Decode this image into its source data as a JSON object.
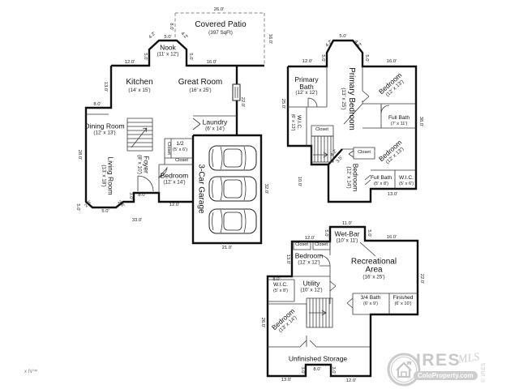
{
  "colors": {
    "walls": "#111111",
    "watermark": "#c9c9c9"
  },
  "floors": {
    "main": {
      "rooms": [
        {
          "id": "covered-patio",
          "name": "Covered Patio",
          "size": "(397 SqFt)"
        },
        {
          "id": "nook",
          "name": "Nook",
          "size": "(11' x 12')"
        },
        {
          "id": "kitchen",
          "name": "Kitchen",
          "size": "(14' x 15')"
        },
        {
          "id": "great-room",
          "name": "Great Room",
          "size": "(16' x 25')"
        },
        {
          "id": "dining-room",
          "name": "Dining Room",
          "size": "(12' x 13')"
        },
        {
          "id": "living-room",
          "name": "Living Room",
          "size": "(13' x 18')"
        },
        {
          "id": "foyer",
          "name": "Foyer",
          "size": "(8' x 10')"
        },
        {
          "id": "bedroom",
          "name": "Bedroom",
          "size": "(12' x 14')"
        },
        {
          "id": "laundry",
          "name": "Laundry",
          "size": "(6' x 14')"
        },
        {
          "id": "half-bath",
          "name": "1/2",
          "size": "(5' x 6')"
        },
        {
          "id": "closet-side",
          "name": "Closet",
          "size": ""
        },
        {
          "id": "closet-under",
          "name": "Closet",
          "size": ""
        },
        {
          "id": "garage",
          "name": "3-Car Garage",
          "size": ""
        }
      ],
      "dims": [
        "26.0'",
        "16.0'",
        "8.0'",
        "4.2'",
        "5.0'",
        "4.2'",
        "5.0'",
        "5.0'",
        "12.0'",
        "16.0'",
        "13.0'",
        "8.0'",
        "28.0'",
        "22.0'",
        "5.0'",
        "2.6'",
        "5.0'",
        "2.6'",
        "3.0'",
        "8.0'",
        "12.0'",
        "33.0'",
        "32.0'",
        "21.0'"
      ]
    },
    "upper": {
      "rooms": [
        {
          "id": "primary-bath",
          "name": "Primary Bath",
          "size": "(12' x 12')"
        },
        {
          "id": "primary-bedroom",
          "name": "Primary Bedroom",
          "size": "(13' x 25')"
        },
        {
          "id": "bedroom-ne",
          "name": "Bedroom",
          "size": "(12' x 13')"
        },
        {
          "id": "full-bath",
          "name": "Full Bath",
          "size": "(7' x 11')"
        },
        {
          "id": "wic-nw",
          "name": "W.I.C.",
          "size": "(6' x 13')"
        },
        {
          "id": "closet-hall",
          "name": "Closet",
          "size": ""
        },
        {
          "id": "closet-bedroom",
          "name": "Closet",
          "size": ""
        },
        {
          "id": "bedroom-sw",
          "name": "Bedroom",
          "size": "(12' x 14')"
        },
        {
          "id": "bedroom-se",
          "name": "Bedroom",
          "size": "(12' x 13')"
        },
        {
          "id": "full-bath-se",
          "name": "Full Bath",
          "size": "(5' x 8')"
        },
        {
          "id": "wic-se",
          "name": "W.I.C.",
          "size": "(5' x 6')"
        }
      ],
      "dims": [
        "5.0'",
        "4.2'",
        "4.2'",
        "5.0'",
        "5.0'",
        "12.0'",
        "16.0'",
        "25.0'",
        "38.0'",
        "10.0'",
        "4.2'",
        "3.5'",
        "13.0'"
      ]
    },
    "basement": {
      "rooms": [
        {
          "id": "wet-bar",
          "name": "Wet-Bar",
          "size": "(10' x 11')"
        },
        {
          "id": "bedroom-n",
          "name": "Bedroom",
          "size": "(12' x 12')"
        },
        {
          "id": "closet-n1",
          "name": "Closet",
          "size": ""
        },
        {
          "id": "closet-n2",
          "name": "Closet",
          "size": ""
        },
        {
          "id": "rec-area",
          "name": "Recreational Area",
          "size": "(16' x 25')"
        },
        {
          "id": "utility",
          "name": "Utility",
          "size": "(10' x 12')"
        },
        {
          "id": "wic",
          "name": "W.I.C.",
          "size": "(5' x 8')"
        },
        {
          "id": "bedroom-sw",
          "name": "Bedroom",
          "size": "(13' x 14')"
        },
        {
          "id": "bath-34",
          "name": "3/4 Bath",
          "size": "(6' x 9')"
        },
        {
          "id": "finished",
          "name": "Finished",
          "size": "(6' x 10')"
        },
        {
          "id": "unfinished-storage",
          "name": "Unfinished Storage",
          "size": ""
        }
      ],
      "dims": [
        "11.0'",
        "5.0'",
        "5.0'",
        "12.0'",
        "16.0'",
        "13.0'",
        "8.0'",
        "26.0'",
        "22.0'",
        "13.0'",
        "3.0'",
        "8.0'",
        "3.0'",
        "12.0'"
      ]
    }
  },
  "watermark": {
    "brand": "IRES",
    "brand_script": "MLS",
    "site": "ColoProperty.com",
    "copyright": "© IRES"
  },
  "footnote": "x IV™"
}
